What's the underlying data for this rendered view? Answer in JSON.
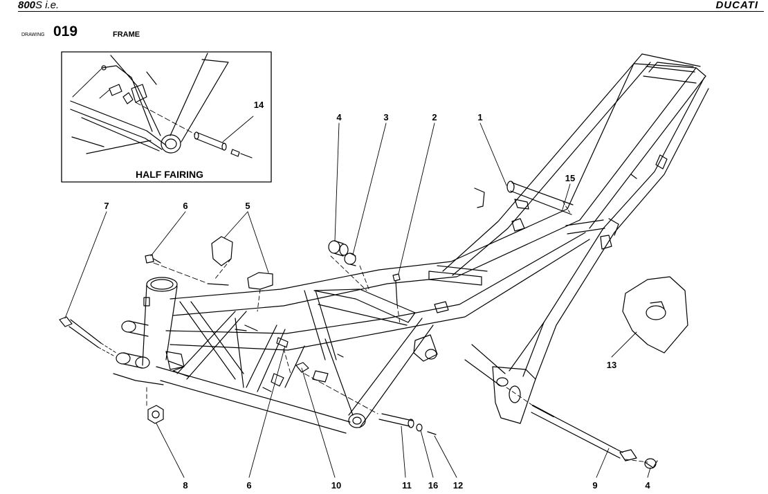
{
  "header": {
    "model_bold": "800",
    "model_rest": "S i.e.",
    "brand": "DUCATI"
  },
  "drawing": {
    "label": "DRAWING",
    "number": "019",
    "title": "FRAME"
  },
  "inset": {
    "title": "HALF FAIRING",
    "callout": "14"
  },
  "callouts": {
    "c1": "1",
    "c2": "2",
    "c3": "3",
    "c4": "4",
    "c5": "5",
    "c6a": "6",
    "c6b": "6",
    "c7": "7",
    "c8": "8",
    "c9": "9",
    "c10": "10",
    "c11": "11",
    "c12": "12",
    "c13": "13",
    "c15": "15",
    "c16": "16",
    "c4b": "4"
  }
}
